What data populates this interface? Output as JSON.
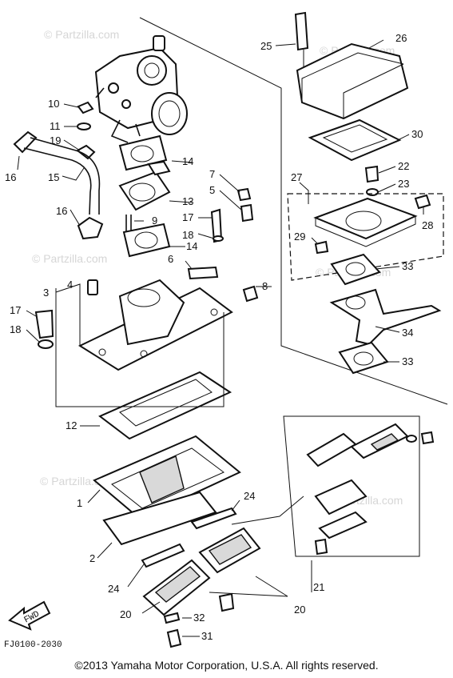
{
  "watermark": "© Partzilla.com",
  "diagram_code": "FJ0100-2030",
  "fwd_label": "FWD",
  "copyright": "©2013 Yamaha Motor Corporation, U.S.A. All rights reserved.",
  "callouts": {
    "c1": "1",
    "c2": "2",
    "c3": "3",
    "c4": "4",
    "c5": "5",
    "c6": "6",
    "c7": "7",
    "c8": "8",
    "c9": "9",
    "c10": "10",
    "c11": "11",
    "c12": "12",
    "c13": "13",
    "c14a": "14",
    "c14b": "14",
    "c15": "15",
    "c16a": "16",
    "c16b": "16",
    "c17a": "17",
    "c17b": "17",
    "c18a": "18",
    "c18b": "18",
    "c19": "19",
    "c20a": "20",
    "c20b": "20",
    "c21": "21",
    "c22": "22",
    "c23": "23",
    "c24a": "24",
    "c24b": "24",
    "c25": "25",
    "c26": "26",
    "c27": "27",
    "c28": "28",
    "c29": "29",
    "c30": "30",
    "c31": "31",
    "c32": "32",
    "c33a": "33",
    "c33b": "33",
    "c34": "34"
  }
}
